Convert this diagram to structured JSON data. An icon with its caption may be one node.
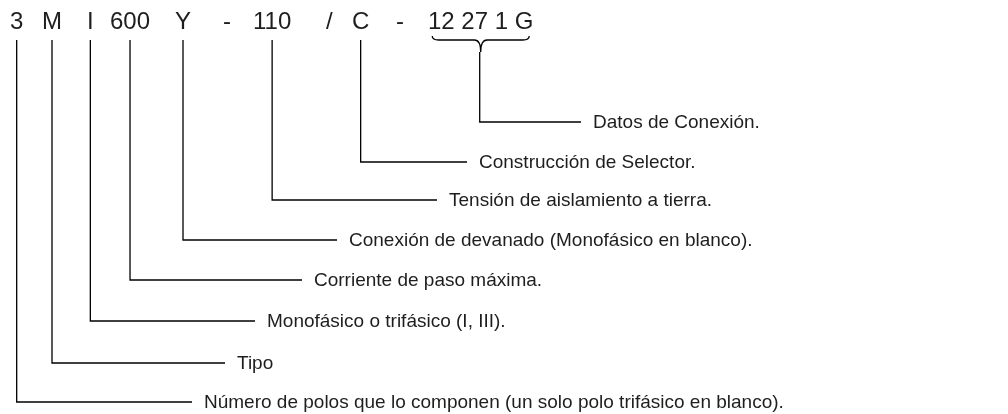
{
  "diagram": {
    "nodes": [
      {
        "text": [
          "3"
        ]
      },
      {
        "text": [
          "M"
        ]
      },
      {
        "text": [
          "I"
        ]
      },
      {
        "text": [
          "600"
        ]
      },
      {
        "text": [
          "Y"
        ]
      },
      {
        "text": [
          "110"
        ]
      },
      {
        "text": [
          "C"
        ]
      },
      {
        "text": [
          "12 27 1 G"
        ]
      },
      {
        "text": [
          "Datos de Conexión."
        ]
      },
      {
        "text": [
          "Construcción de Selector."
        ]
      },
      {
        "text": [
          "Tensión de aislamiento a tierra."
        ]
      },
      {
        "text": [
          "Conexión de devanado (Monofásico en blanco)."
        ]
      },
      {
        "text": [
          "Corriente de paso máxima."
        ]
      },
      {
        "text": [
          "Monofásico o trifásico (I, III)."
        ]
      },
      {
        "text": [
          "Tipo"
        ]
      },
      {
        "text": [
          "Número de polos que lo componen (un solo polo trifásico en blanco)."
        ]
      }
    ],
    "edges": [
      {
        "from": 8,
        "to": 7,
        "arrow": "none"
      },
      {
        "from": 9,
        "to": 6,
        "arrow": "none"
      },
      {
        "from": 10,
        "to": 5,
        "arrow": "none"
      },
      {
        "from": 11,
        "to": 4,
        "arrow": "none"
      },
      {
        "from": 12,
        "to": 3,
        "arrow": "none"
      },
      {
        "from": 13,
        "to": 2,
        "arrow": "none"
      },
      {
        "from": 14,
        "to": 1,
        "arrow": "none"
      },
      {
        "from": 15,
        "to": 0,
        "arrow": "none"
      }
    ],
    "labels": [
      "-",
      "/",
      "-"
    ]
  }
}
